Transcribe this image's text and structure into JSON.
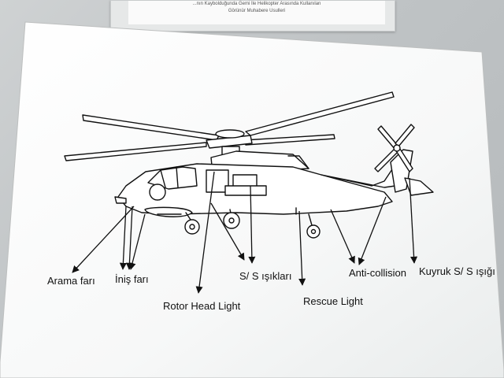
{
  "top_sign": {
    "line1": "...nın Kaybolduğunda Gemi İle Helikopter Arasında Kullanılan",
    "line2": "Görünür Muhabere Usulleri"
  },
  "labels": {
    "search_light": "Arama farı",
    "landing_light": "İniş farı",
    "rotor_head_light": "Rotor Head Light",
    "ss_lights": "S/ S ışıkları",
    "rescue_light": "Rescue Light",
    "anti_collision": "Anti-collision",
    "tail_ss_light": "Kuyruk S/ S ışığı"
  }
}
